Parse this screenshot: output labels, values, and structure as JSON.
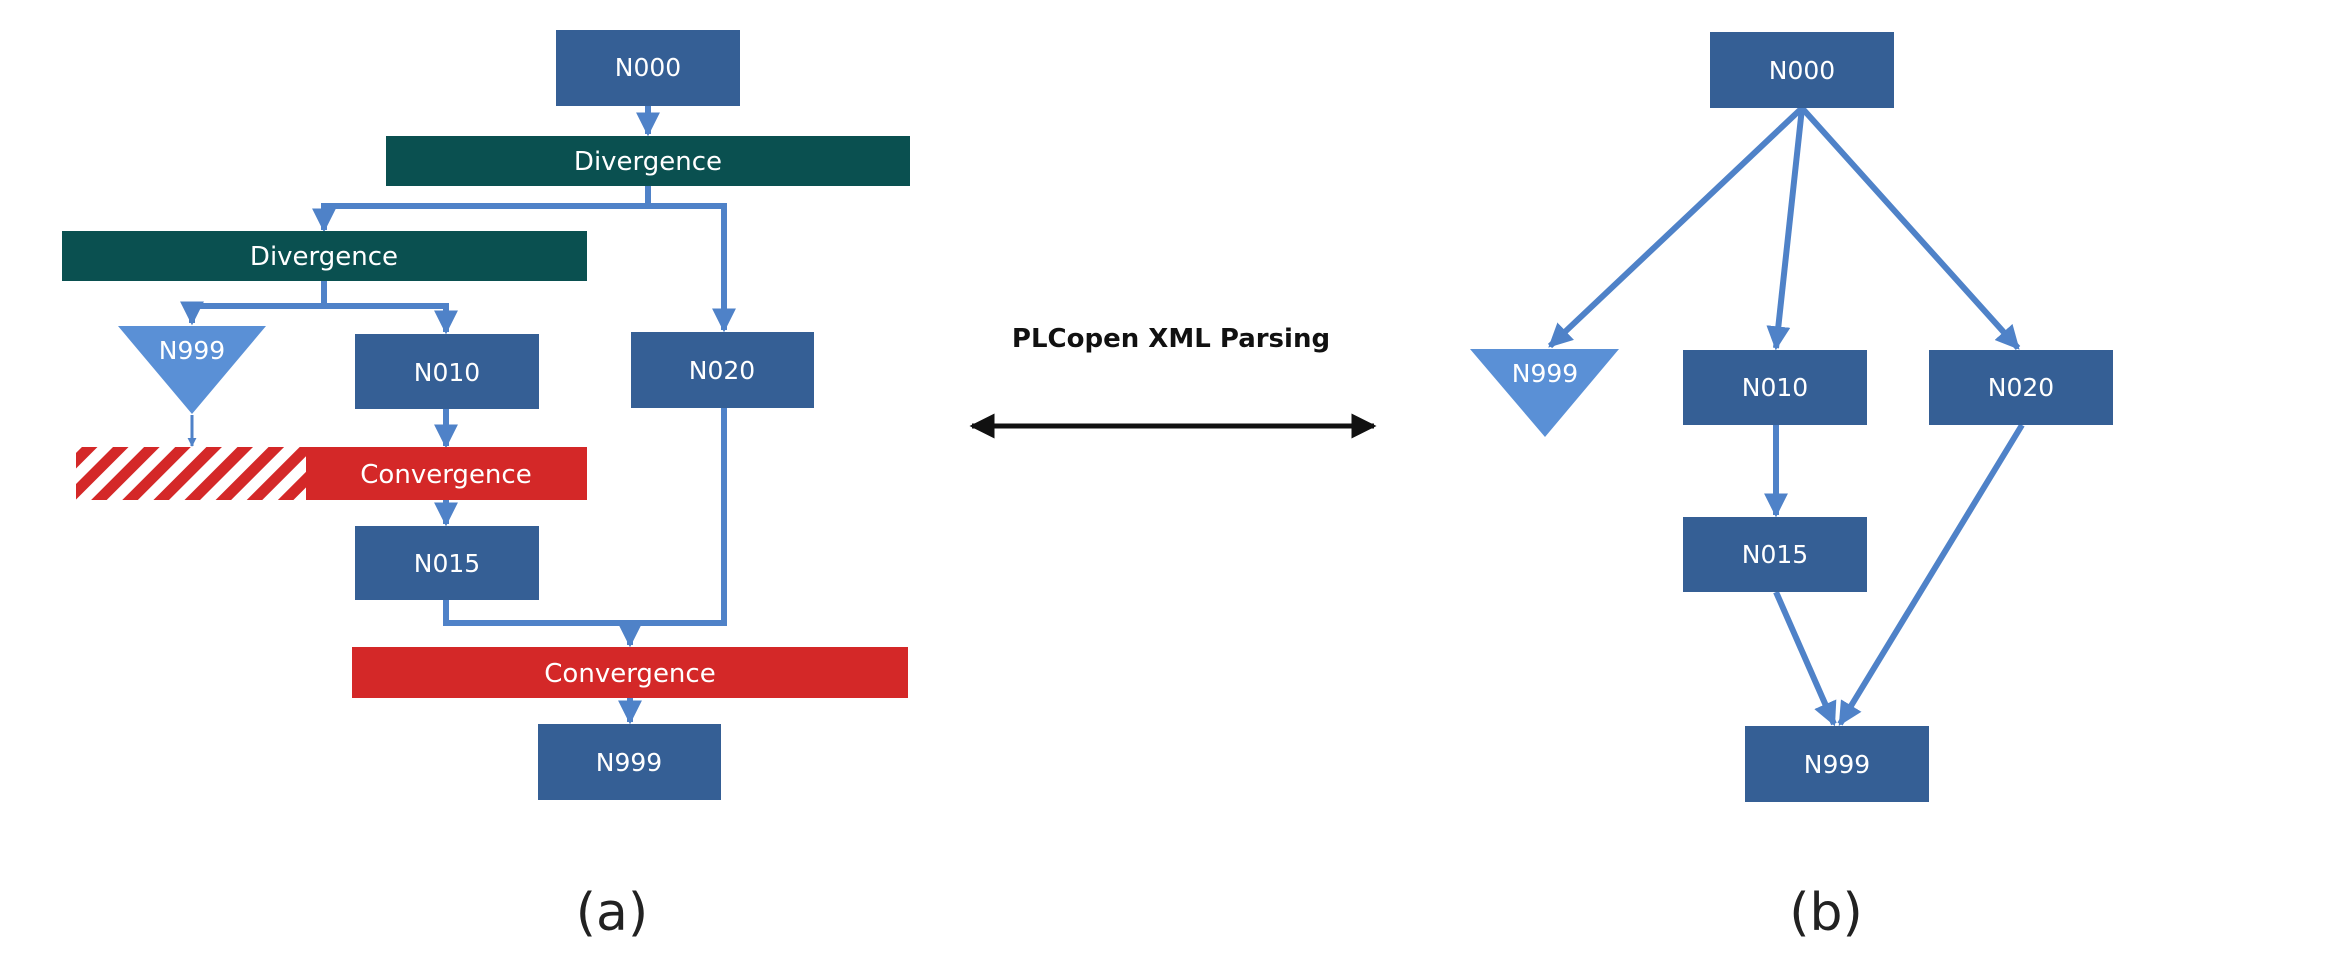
{
  "colors": {
    "node": "#355F95",
    "divergence": "#0A5050",
    "convergence": "#D42828",
    "triangle": "#5A90D6",
    "edge": "#4F82C8",
    "center_arrow": "#111111"
  },
  "diagram_a": {
    "node_top": "N000",
    "divergence_outer": "Divergence",
    "divergence_inner": "Divergence",
    "triangle_node": "N999",
    "node_n010": "N010",
    "node_n020": "N020",
    "convergence_inner": "Convergence",
    "node_n015": "N015",
    "convergence_outer": "Convergence",
    "node_bottom": "N999",
    "label": "(a)"
  },
  "center": {
    "label": "PLCopen XML Parsing"
  },
  "diagram_b": {
    "node_top": "N000",
    "triangle_node": "N999",
    "node_n010": "N010",
    "node_n020": "N020",
    "node_n015": "N015",
    "node_bottom": "N999",
    "label": "(b)"
  }
}
